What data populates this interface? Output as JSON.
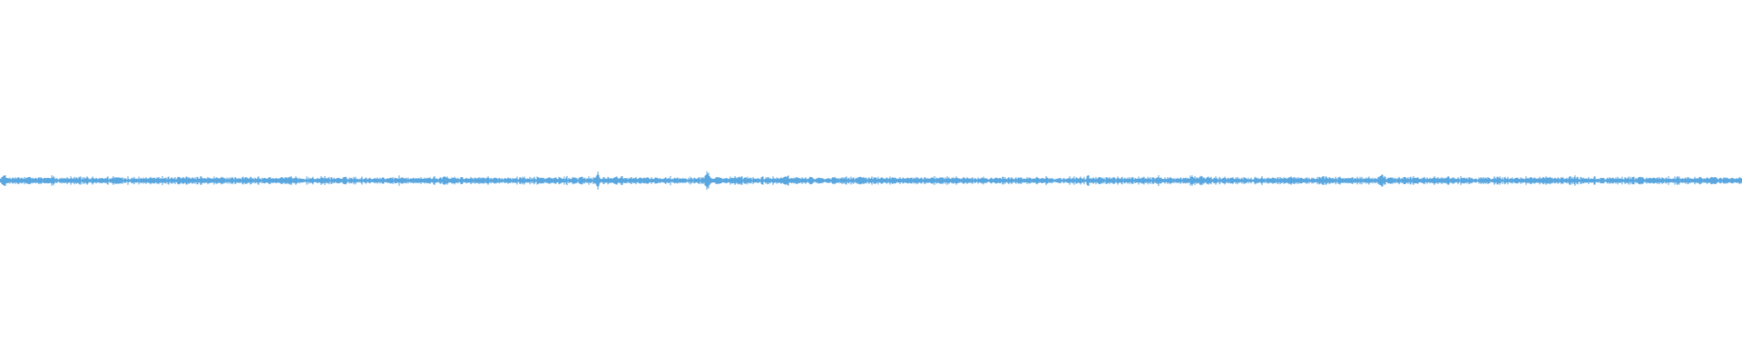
{
  "waveform": {
    "color": "#5aa6df",
    "background": "#ffffff",
    "baseline_level": 0.02,
    "noise_level": 0.012,
    "peaks": [
      {
        "position": 0.002,
        "amplitude": 0.055
      },
      {
        "position": 0.03,
        "amplitude": 0.06
      },
      {
        "position": 0.05,
        "amplitude": 0.035
      },
      {
        "position": 0.068,
        "amplitude": 0.04
      },
      {
        "position": 0.09,
        "amplitude": 0.04
      },
      {
        "position": 0.153,
        "amplitude": 0.035
      },
      {
        "position": 0.229,
        "amplitude": 0.04
      },
      {
        "position": 0.255,
        "amplitude": 0.045
      },
      {
        "position": 0.343,
        "amplitude": 0.06
      },
      {
        "position": 0.406,
        "amplitude": 0.11
      },
      {
        "position": 0.452,
        "amplitude": 0.055
      },
      {
        "position": 0.495,
        "amplitude": 0.035
      },
      {
        "position": 0.547,
        "amplitude": 0.04
      },
      {
        "position": 0.625,
        "amplitude": 0.045
      },
      {
        "position": 0.632,
        "amplitude": 0.04
      },
      {
        "position": 0.665,
        "amplitude": 0.035
      },
      {
        "position": 0.684,
        "amplitude": 0.055
      },
      {
        "position": 0.69,
        "amplitude": 0.045
      },
      {
        "position": 0.689,
        "amplitude": 0.04
      },
      {
        "position": 0.76,
        "amplitude": 0.04
      },
      {
        "position": 0.793,
        "amplitude": 0.07
      },
      {
        "position": 0.812,
        "amplitude": 0.045
      },
      {
        "position": 0.888,
        "amplitude": 0.04
      },
      {
        "position": 0.904,
        "amplitude": 0.05
      },
      {
        "position": 0.95,
        "amplitude": 0.035
      }
    ]
  }
}
